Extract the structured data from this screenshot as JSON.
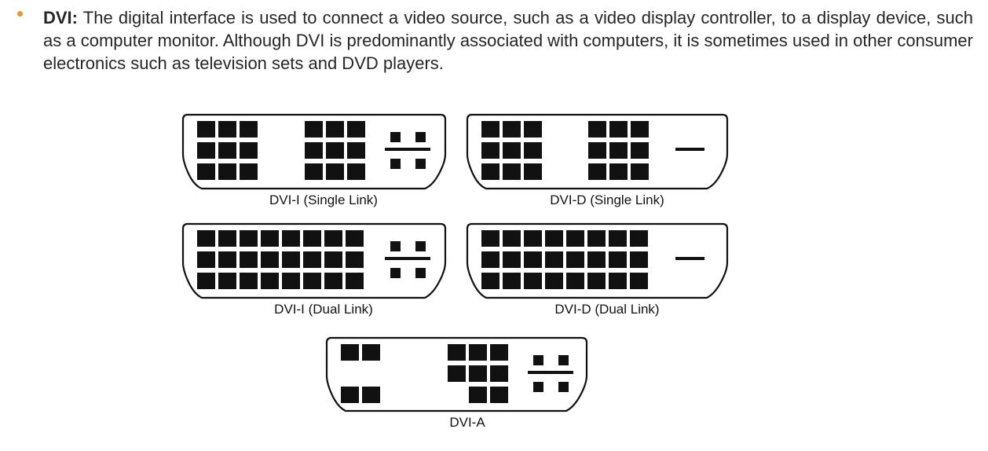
{
  "bullet": {
    "term": "DVI:",
    "text": " The digital interface is used to connect a video source, such as a video display controller, to a display device, such as a computer monitor. Although DVI is predominantly associated with computers, it is sometimes used in other consumer electronics such as television sets and DVD players."
  },
  "connectors": [
    {
      "label": "DVI-I (Single Link)",
      "analog_pins": true
    },
    {
      "label": "DVI-D (Single Link)",
      "analog_pins": false
    },
    {
      "label": "DVI-I (Dual Link)",
      "analog_pins": true
    },
    {
      "label": "DVI-D (Dual Link)",
      "analog_pins": false
    },
    {
      "label": "DVI-A",
      "analog_pins": true
    }
  ],
  "colors": {
    "bullet": "#E8923A",
    "text": "#262626",
    "connector_stroke": "#111111",
    "pin": "#111111"
  }
}
